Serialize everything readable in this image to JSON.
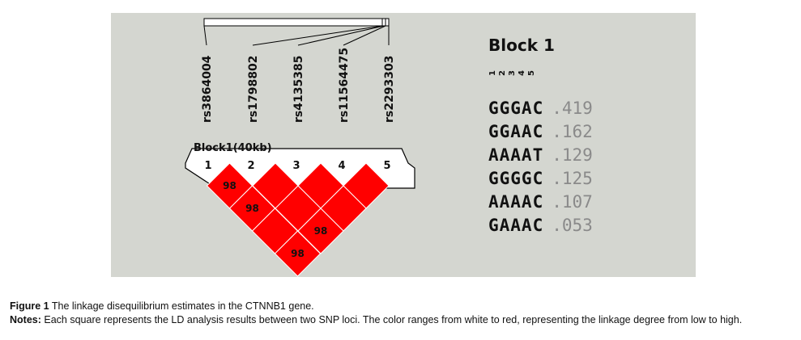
{
  "snps": [
    "rs3864004",
    "rs1798802",
    "rs4135385",
    "rs11564475",
    "rs2293303"
  ],
  "block_label": "Block1(40kb)",
  "marker_numbers": [
    "1",
    "2",
    "3",
    "4",
    "5"
  ],
  "ld_cells": [
    {
      "i": 1,
      "j": 2,
      "value": "98"
    },
    {
      "i": 2,
      "j": 3,
      "value": ""
    },
    {
      "i": 3,
      "j": 4,
      "value": ""
    },
    {
      "i": 4,
      "j": 5,
      "value": ""
    },
    {
      "i": 1,
      "j": 3,
      "value": "98"
    },
    {
      "i": 2,
      "j": 4,
      "value": ""
    },
    {
      "i": 3,
      "j": 5,
      "value": ""
    },
    {
      "i": 1,
      "j": 4,
      "value": ""
    },
    {
      "i": 2,
      "j": 5,
      "value": "98"
    },
    {
      "i": 1,
      "j": 5,
      "value": "98"
    }
  ],
  "colors": {
    "ld_cell": "#ff0000",
    "cell_border": "#ffffff",
    "background": "#d4d6d0",
    "frequency_text": "#8a8a8a"
  },
  "haplotype_block": {
    "title": "Block 1",
    "indices": [
      "1",
      "2",
      "3",
      "4",
      "5"
    ],
    "rows": [
      {
        "haplotype": "GGGAC",
        "frequency": ".419"
      },
      {
        "haplotype": "GGAAC",
        "frequency": ".162"
      },
      {
        "haplotype": "AAAAT",
        "frequency": ".129"
      },
      {
        "haplotype": "GGGGC",
        "frequency": ".125"
      },
      {
        "haplotype": "AAAAC",
        "frequency": ".107"
      },
      {
        "haplotype": "GAAAC",
        "frequency": ".053"
      }
    ]
  },
  "caption": {
    "figure_label": "Figure 1",
    "figure_text": "The linkage disequilibrium estimates in the CTNNB1 gene.",
    "notes_label": "Notes:",
    "notes_text": "Each square represents the LD analysis results between two SNP loci. The color ranges from white to red, representing the linkage degree from low to high."
  }
}
